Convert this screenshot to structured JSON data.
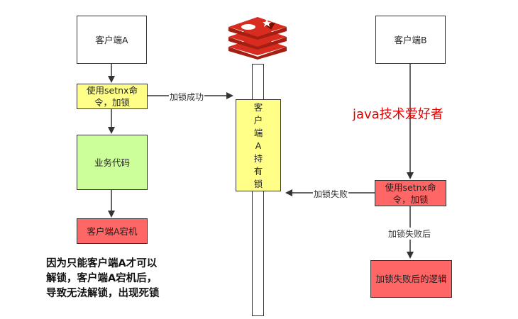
{
  "client_a": "客户端A",
  "client_b": "客户端B",
  "setnx_a": "使用setnx命令，加锁",
  "lock_success": "加锁成功",
  "business_code": "业务代码",
  "client_a_crash": "客户端A宕机",
  "holder_chars": [
    "客",
    "户",
    "端",
    "A",
    "持",
    "有",
    "锁"
  ],
  "watermark": "java技术爱好者",
  "setnx_b": "使用setnx命令，加锁",
  "lock_fail": "加锁失败",
  "after_fail_label": "加锁失败后",
  "after_fail_logic": "加锁失败后的逻辑",
  "note_lines": [
    "因为只能客户端A才可以",
    "解锁，客户端A宕机后，",
    "导致无法解锁，出现死锁"
  ],
  "icons": {
    "redis": "redis-logo-icon"
  },
  "colors": {
    "yellow": "#ffff88",
    "green": "#ccff99",
    "red": "#ff6666",
    "watermark": "#e60000"
  }
}
